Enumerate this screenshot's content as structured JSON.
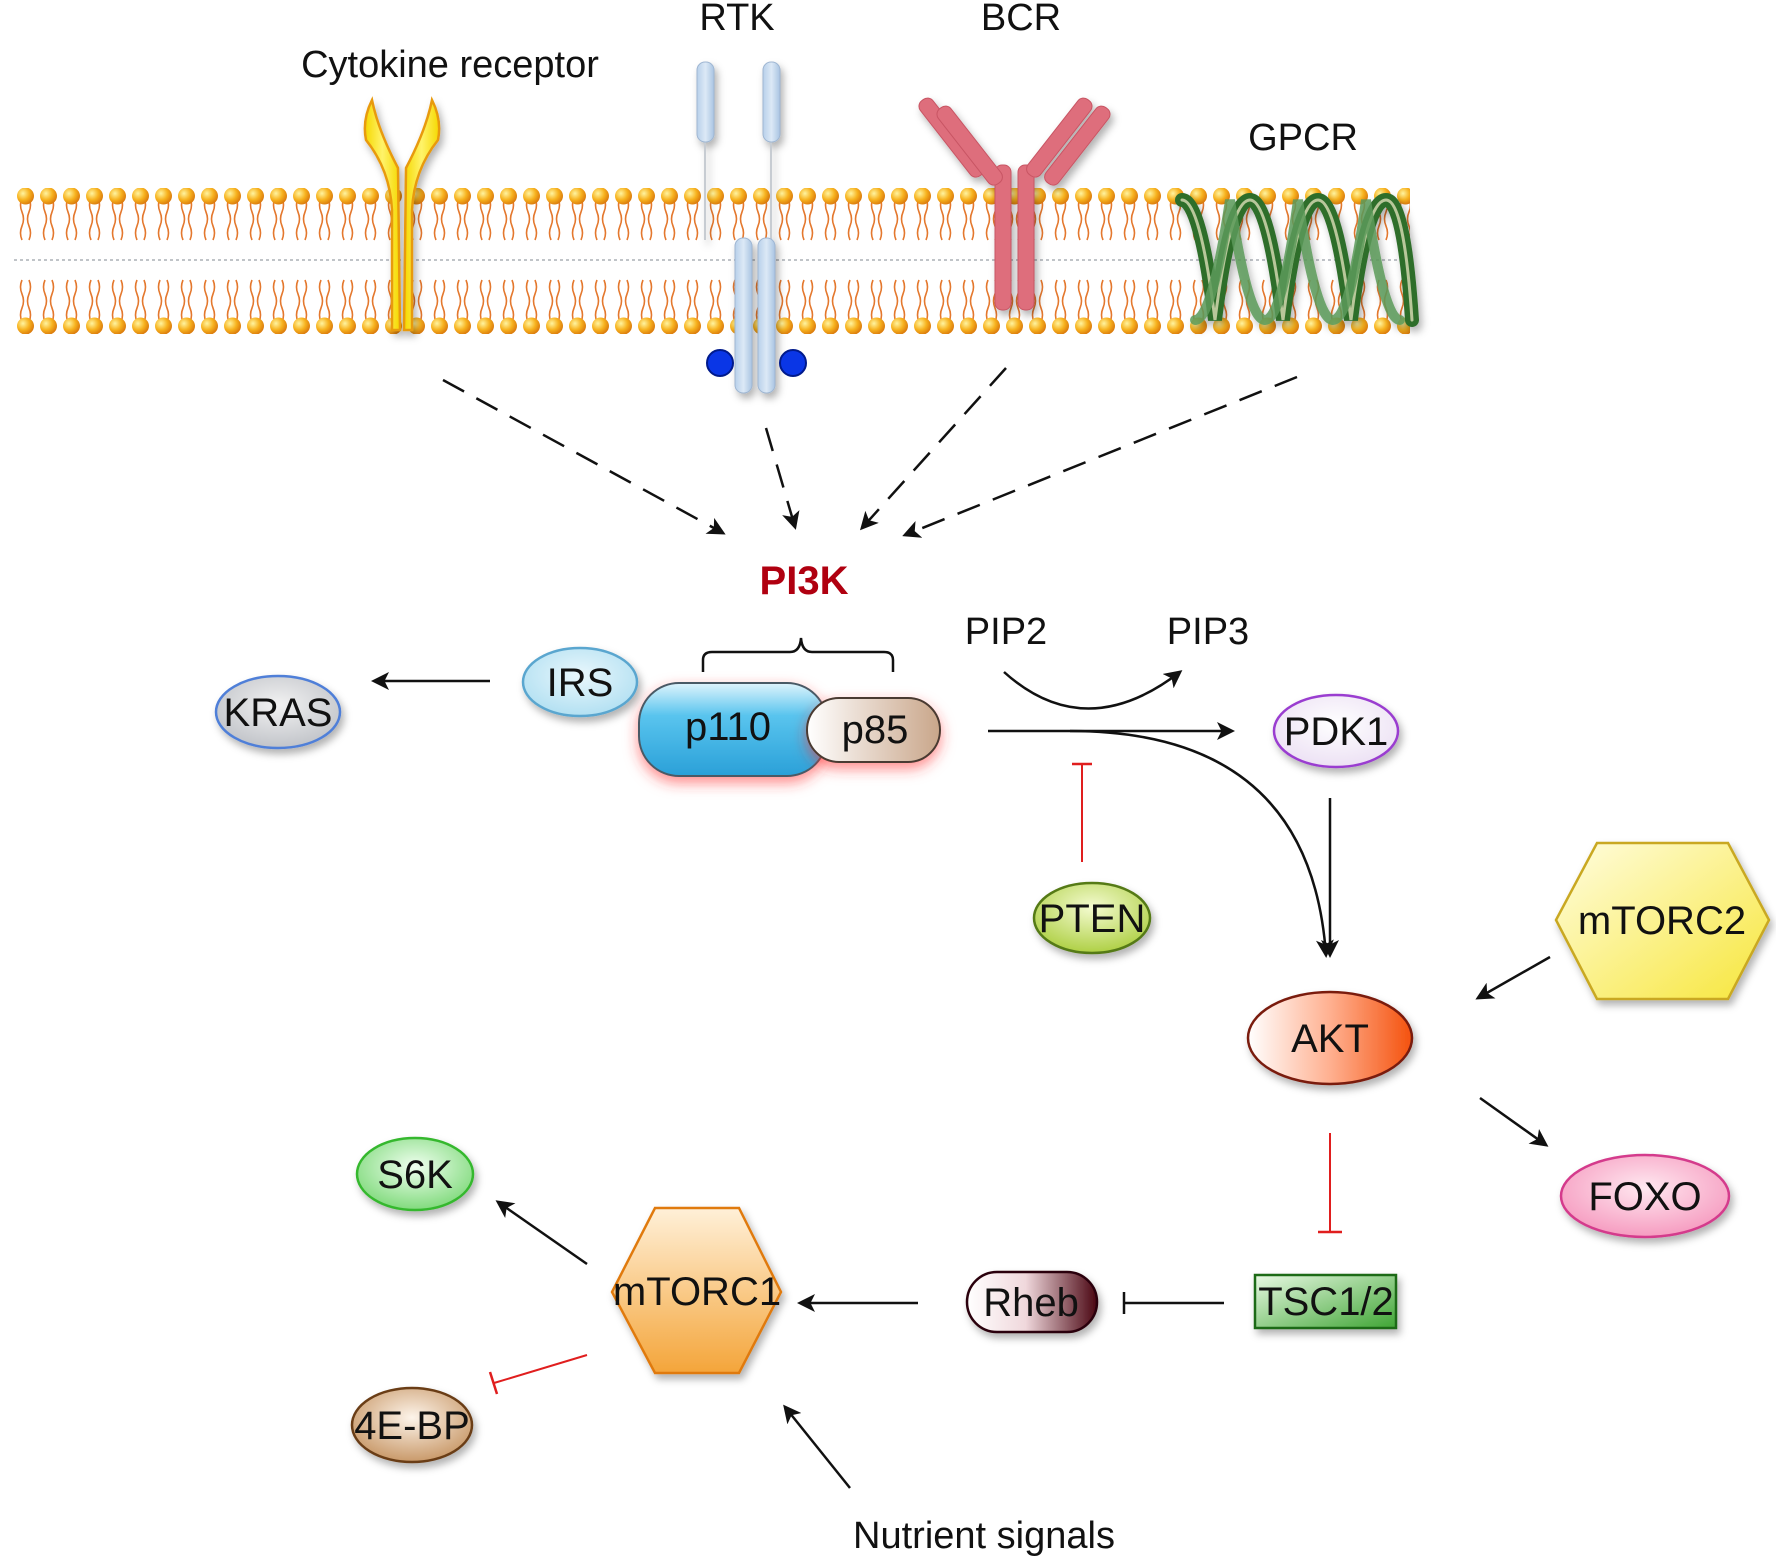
{
  "receptors": {
    "cytokine": "Cytokine receptor",
    "rtk": "RTK",
    "bcr": "BCR",
    "gpcr": "GPCR"
  },
  "pi3k": {
    "title": "PI3K",
    "p110": "p110",
    "p85": "p85"
  },
  "nodes": {
    "irs": "IRS",
    "kras": "KRAS",
    "pip2": "PIP2",
    "pip3": "PIP3",
    "pdk1": "PDK1",
    "pten": "PTEN",
    "akt": "AKT",
    "mtorc2": "mTORC2",
    "foxo": "FOXO",
    "tsc": "TSC1/2",
    "rheb": "Rheb",
    "mtorc1": "mTORC1",
    "s6k": "S6K",
    "eb4": "4E-BP",
    "nutrient": "Nutrient signals"
  },
  "colors": {
    "activation": "#111111",
    "inhibition": "#e01e1e",
    "pi3k_label": "#b00010",
    "membrane_head": "#f4a41c",
    "membrane_tail": "#e0762a"
  }
}
